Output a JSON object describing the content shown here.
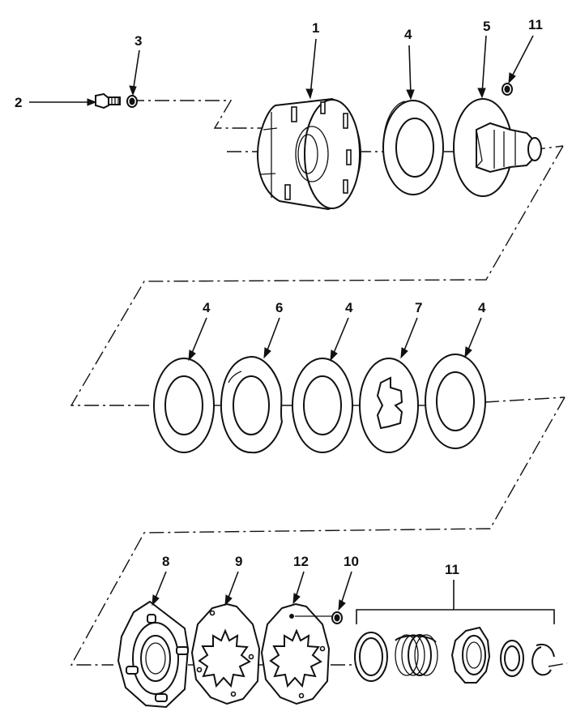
{
  "callouts": {
    "c1": "1",
    "c2": "2",
    "c3": "3",
    "c4a": "4",
    "c5": "5",
    "c11a": "11",
    "c4b": "4",
    "c6": "6",
    "c4c": "4",
    "c7": "7",
    "c4d": "4",
    "c8": "8",
    "c9": "9",
    "c12": "12",
    "c10": "10",
    "c11b": "11"
  }
}
